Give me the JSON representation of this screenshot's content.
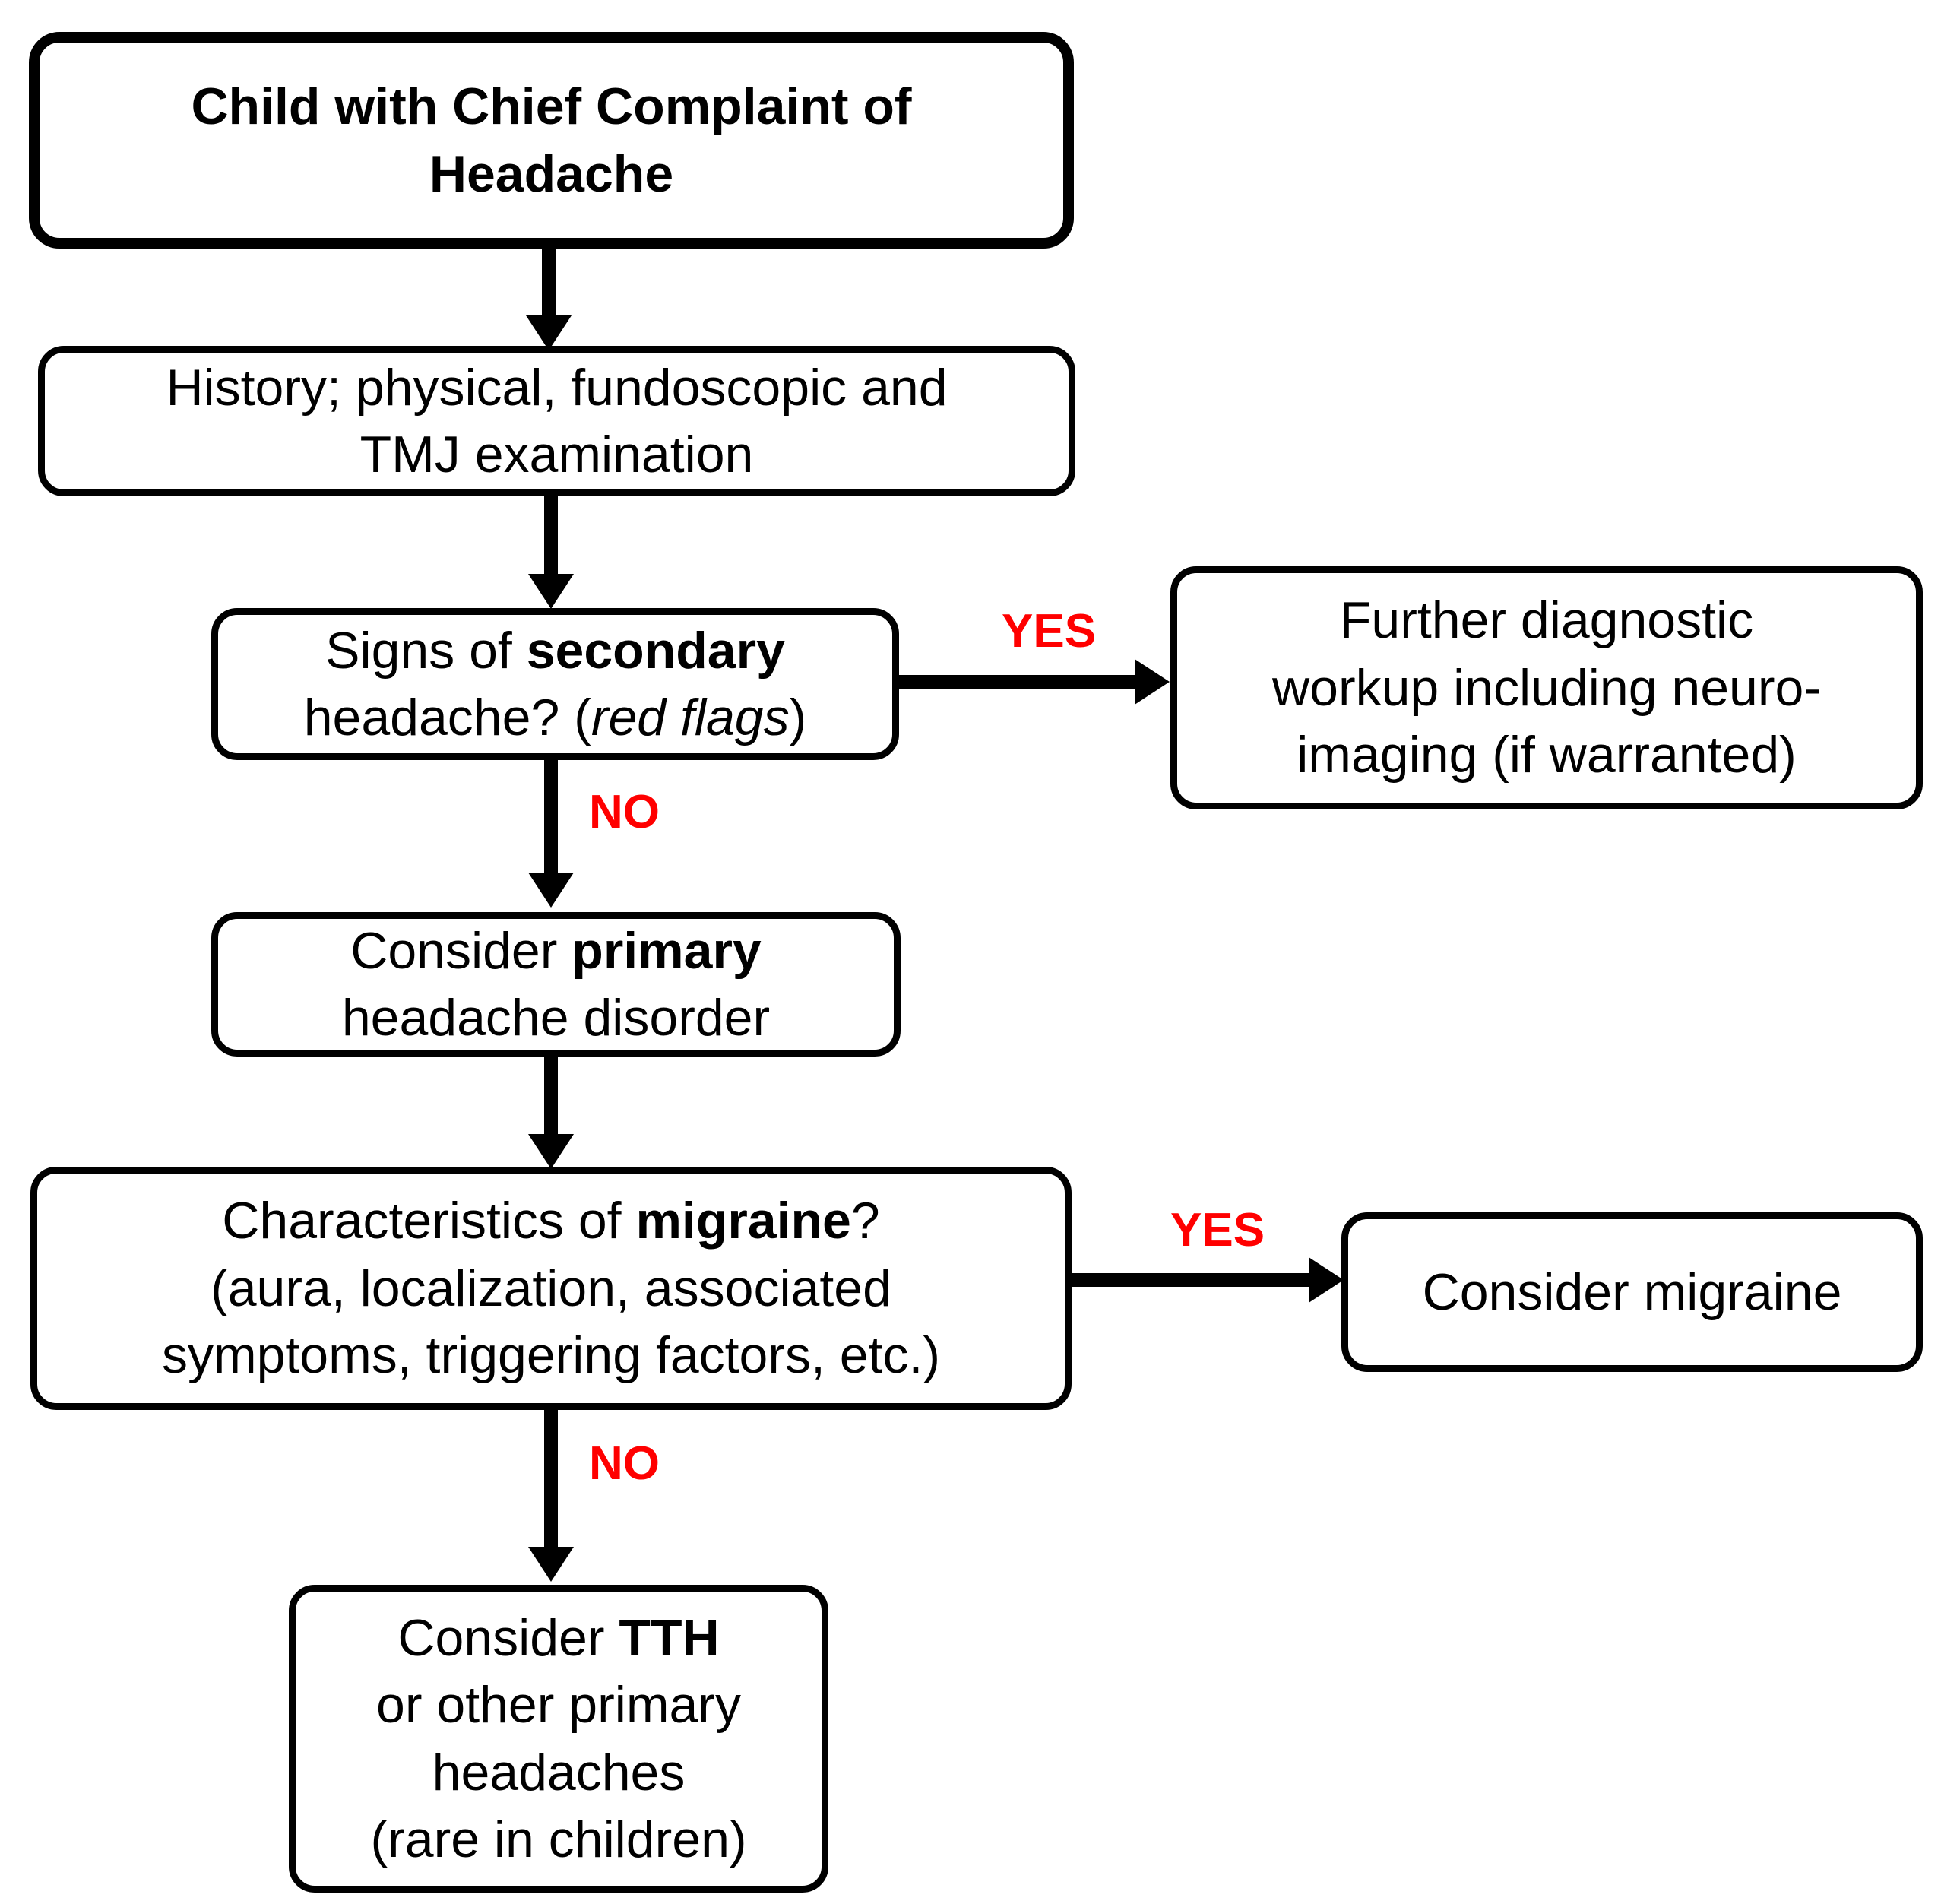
{
  "diagram": {
    "title": "Pediatric headache diagnostic flowchart",
    "accent_color": "#ff0000",
    "line_color": "#000000",
    "background_color": "#ffffff"
  },
  "nodes": {
    "chief_complaint": {
      "line1": "Child with Chief Complaint of",
      "line2": "Headache"
    },
    "history_exam": {
      "line1": "History; physical, fundoscopic and",
      "line2": "TMJ examination"
    },
    "secondary_question": {
      "line1_pre": "Signs of ",
      "line1_bold": "secondary",
      "line2_pre": "headache? (",
      "line2_italic": "red flags",
      "line2_post": ")"
    },
    "further_workup": {
      "line1": "Further diagnostic",
      "line2": "workup including neuro-",
      "line3": "imaging (if warranted)"
    },
    "primary_disorder": {
      "line1_pre": "Consider ",
      "line1_bold": "primary",
      "line2": "headache disorder"
    },
    "migraine_question": {
      "line1_pre": "Characteristics of ",
      "line1_bold": "migraine",
      "line1_post": "?",
      "line2": "(aura, localization, associated",
      "line3": "symptoms, triggering factors, etc.)"
    },
    "consider_migraine": {
      "line1": "Consider migraine"
    },
    "consider_tth": {
      "line1_pre": "Consider ",
      "line1_bold": "TTH",
      "line2": "or other primary",
      "line3": "headaches",
      "line4": "(rare in children)"
    }
  },
  "edge_labels": {
    "secondary_yes": "YES",
    "secondary_no": "NO",
    "migraine_yes": "YES",
    "migraine_no": "NO"
  }
}
